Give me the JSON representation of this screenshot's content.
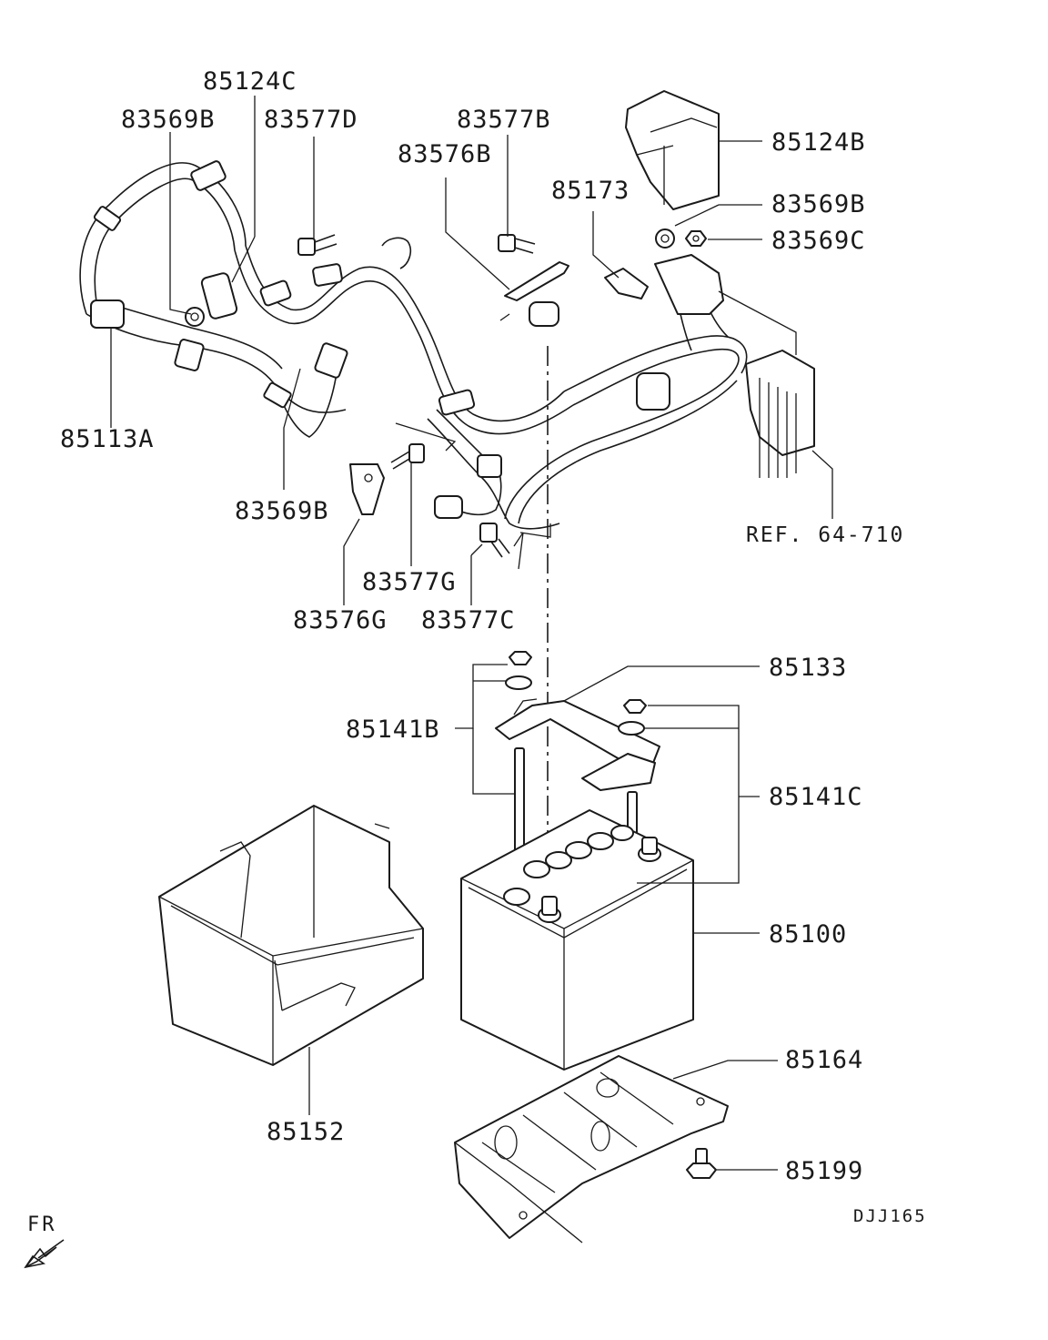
{
  "diagram": {
    "parts": [
      {
        "id": "p85124C",
        "label": "85124C"
      },
      {
        "id": "p83569B_top",
        "label": "83569B"
      },
      {
        "id": "p83577D",
        "label": "83577D"
      },
      {
        "id": "p83577B",
        "label": "83577B"
      },
      {
        "id": "p83576B",
        "label": "83576B"
      },
      {
        "id": "p85173",
        "label": "85173"
      },
      {
        "id": "p85124B",
        "label": "85124B"
      },
      {
        "id": "p83569B_right",
        "label": "83569B"
      },
      {
        "id": "p83569C",
        "label": "83569C"
      },
      {
        "id": "p85113A",
        "label": "85113A"
      },
      {
        "id": "p83569B_mid",
        "label": "83569B"
      },
      {
        "id": "p83577G",
        "label": "83577G"
      },
      {
        "id": "p83576G",
        "label": "83576G"
      },
      {
        "id": "p83577C",
        "label": "83577C"
      },
      {
        "id": "p85133",
        "label": "85133"
      },
      {
        "id": "p85141B",
        "label": "85141B"
      },
      {
        "id": "p85141C",
        "label": "85141C"
      },
      {
        "id": "p85100",
        "label": "85100"
      },
      {
        "id": "p85152",
        "label": "85152"
      },
      {
        "id": "p85164",
        "label": "85164"
      },
      {
        "id": "p85199",
        "label": "85199"
      }
    ],
    "reference": "REF. 64-710",
    "diagram_code": "DJJ165",
    "orientation_label": "FR"
  }
}
